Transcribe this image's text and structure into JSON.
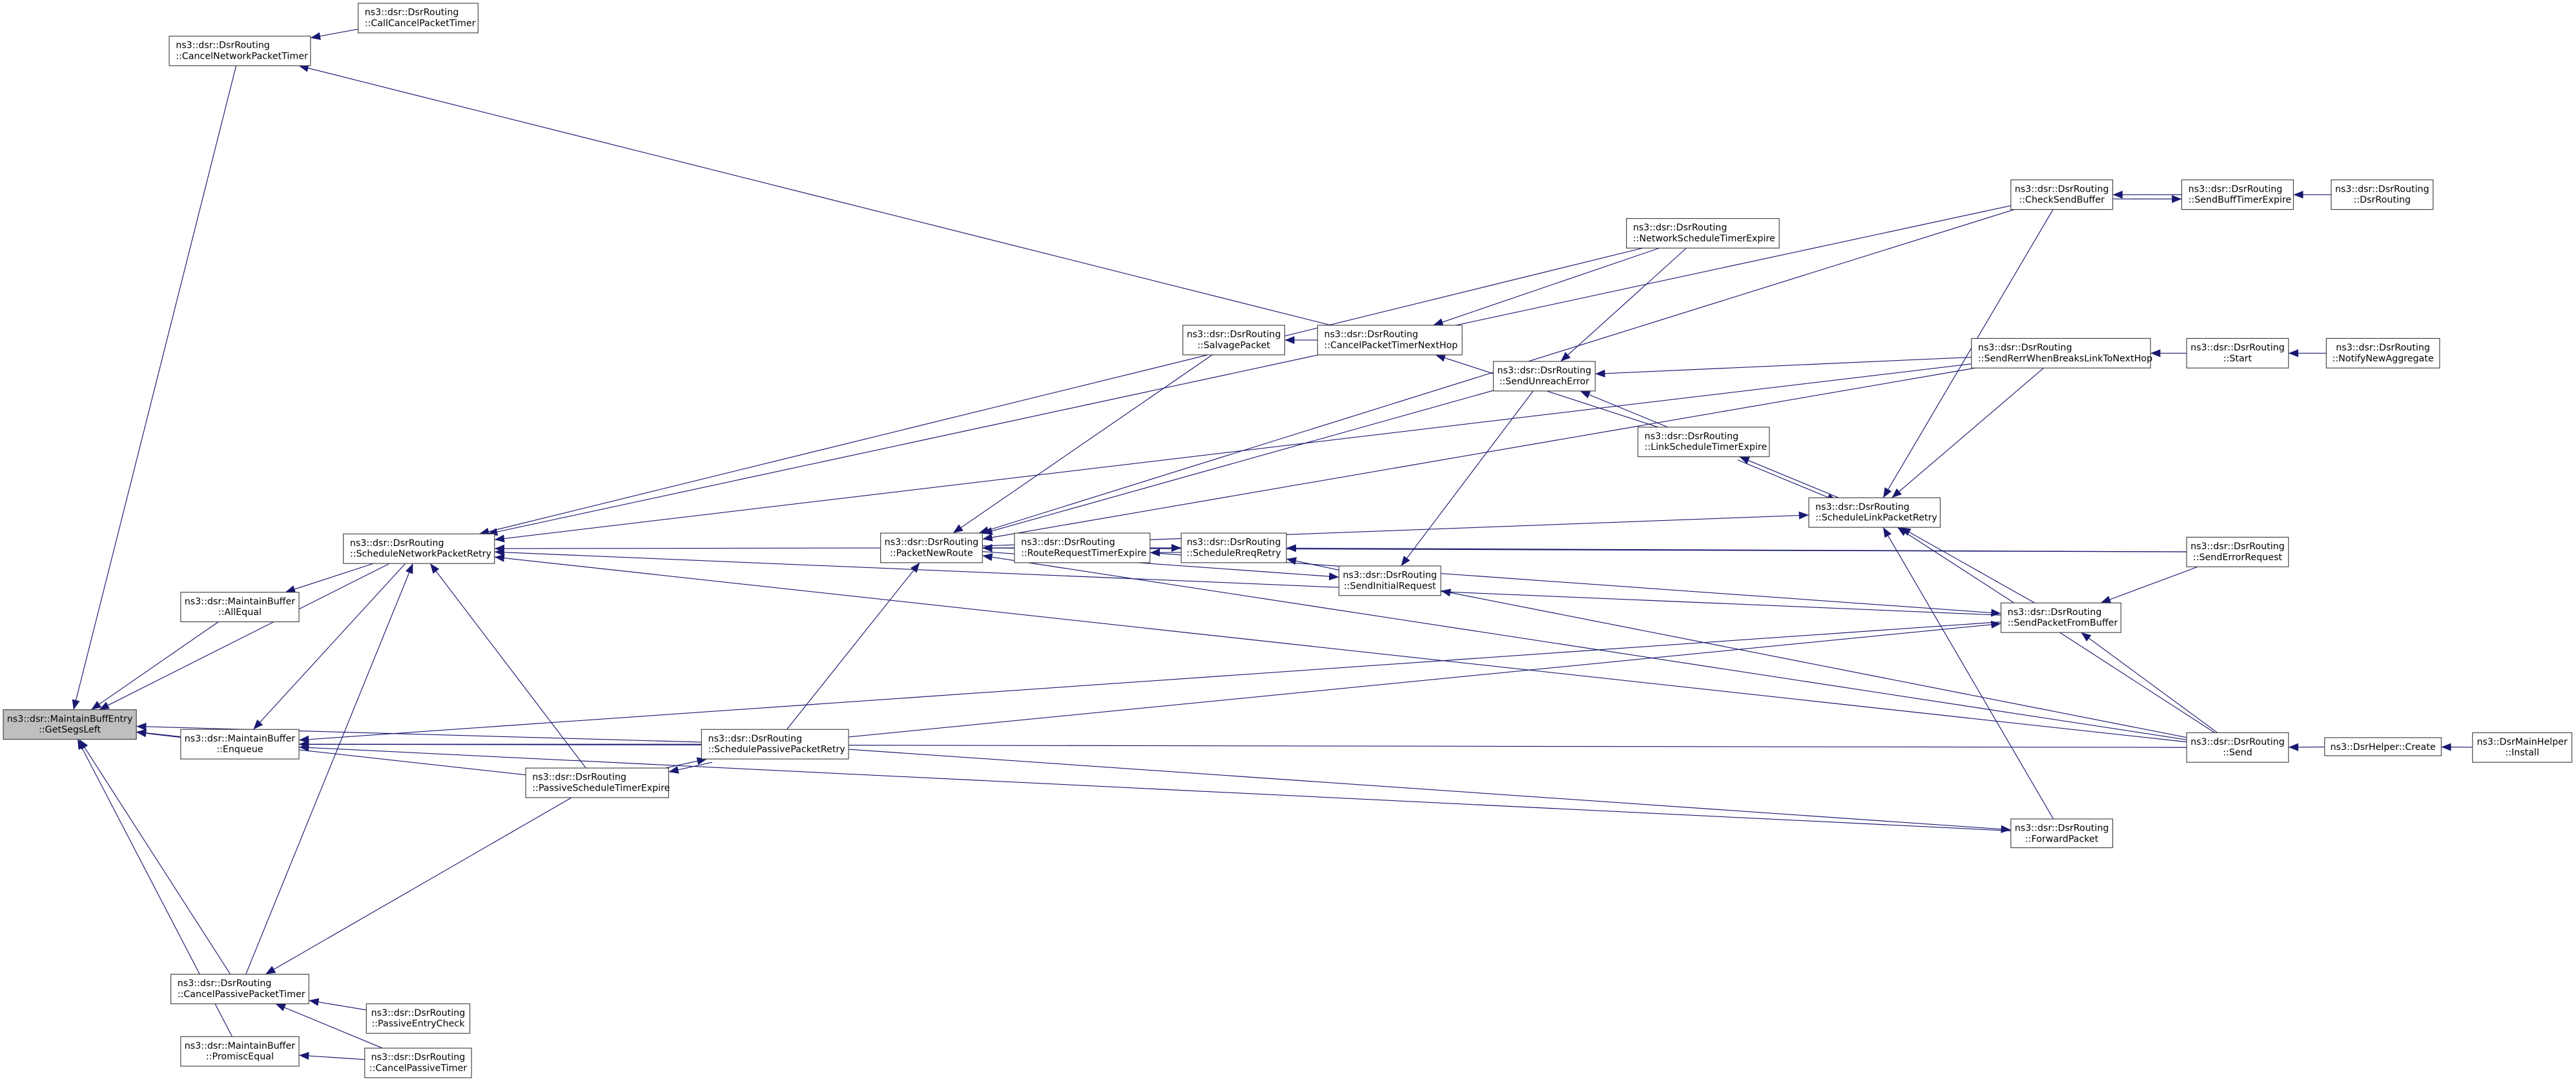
{
  "colors": {
    "edge": "#191970",
    "root_fill": "#bfbfbf",
    "node_fill": "#ffffff",
    "border": "#404040"
  },
  "nodes": [
    {
      "id": "GetSegsLeft",
      "line1": "ns3::dsr::MaintainBuffEntry",
      "line2": "::GetSegsLeft",
      "root": true
    },
    {
      "id": "CancelNetworkPacketTimer",
      "line1": "ns3::dsr::DsrRouting",
      "line2": "::CancelNetworkPacketTimer"
    },
    {
      "id": "CallCancelPacketTimer",
      "line1": "ns3::dsr::DsrRouting",
      "line2": "::CallCancelPacketTimer"
    },
    {
      "id": "ScheduleNetworkPacketRetry",
      "line1": "ns3::dsr::DsrRouting",
      "line2": "::ScheduleNetworkPacketRetry"
    },
    {
      "id": "AllEqual",
      "line1": "ns3::dsr::MaintainBuffer",
      "line2": "::AllEqual"
    },
    {
      "id": "Enqueue",
      "line1": "ns3::dsr::MaintainBuffer",
      "line2": "::Enqueue"
    },
    {
      "id": "PassiveScheduleTimerExpire",
      "line1": "ns3::dsr::DsrRouting",
      "line2": "::PassiveScheduleTimerExpire"
    },
    {
      "id": "CancelPassivePacketTimer",
      "line1": "ns3::dsr::DsrRouting",
      "line2": "::CancelPassivePacketTimer"
    },
    {
      "id": "PassiveEntryCheck",
      "line1": "ns3::dsr::DsrRouting",
      "line2": "::PassiveEntryCheck"
    },
    {
      "id": "PromiscEqual",
      "line1": "ns3::dsr::MaintainBuffer",
      "line2": "::PromiscEqual"
    },
    {
      "id": "CancelPassiveTimer",
      "line1": "ns3::dsr::DsrRouting",
      "line2": "::CancelPassiveTimer"
    },
    {
      "id": "SchedulePassivePacketRetry",
      "line1": "ns3::dsr::DsrRouting",
      "line2": "::SchedulePassivePacketRetry"
    },
    {
      "id": "PacketNewRoute",
      "line1": "ns3::dsr::DsrRouting",
      "line2": "::PacketNewRoute"
    },
    {
      "id": "RouteRequestTimerExpire",
      "line1": "ns3::dsr::DsrRouting",
      "line2": "::RouteRequestTimerExpire"
    },
    {
      "id": "ScheduleRreqRetry",
      "line1": "ns3::dsr::DsrRouting",
      "line2": "::ScheduleRreqRetry"
    },
    {
      "id": "SendInitialRequest",
      "line1": "ns3::dsr::DsrRouting",
      "line2": "::SendInitialRequest"
    },
    {
      "id": "SalvagePacket",
      "line1": "ns3::dsr::DsrRouting",
      "line2": "::SalvagePacket"
    },
    {
      "id": "CancelPacketTimerNextHop",
      "line1": "ns3::dsr::DsrRouting",
      "line2": "::CancelPacketTimerNextHop"
    },
    {
      "id": "SendUnreachError",
      "line1": "ns3::dsr::DsrRouting",
      "line2": "::SendUnreachError"
    },
    {
      "id": "LinkScheduleTimerExpire",
      "line1": "ns3::dsr::DsrRouting",
      "line2": "::LinkScheduleTimerExpire"
    },
    {
      "id": "NetworkScheduleTimerExpire",
      "line1": "ns3::dsr::DsrRouting",
      "line2": "::NetworkScheduleTimerExpire"
    },
    {
      "id": "CheckSendBuffer",
      "line1": "ns3::dsr::DsrRouting",
      "line2": "::CheckSendBuffer"
    },
    {
      "id": "SendBuffTimerExpire",
      "line1": "ns3::dsr::DsrRouting",
      "line2": "::SendBuffTimerExpire"
    },
    {
      "id": "DsrRouting",
      "line1": "ns3::dsr::DsrRouting",
      "line2": "::DsrRouting"
    },
    {
      "id": "SendRerrWhenBreaksLinkToNextHop",
      "line1": "ns3::dsr::DsrRouting",
      "line2": "::SendRerrWhenBreaksLinkToNextHop"
    },
    {
      "id": "Start",
      "line1": "ns3::dsr::DsrRouting",
      "line2": "::Start"
    },
    {
      "id": "NotifyNewAggregate",
      "line1": "ns3::dsr::DsrRouting",
      "line2": "::NotifyNewAggregate"
    },
    {
      "id": "ScheduleLinkPacketRetry",
      "line1": "ns3::dsr::DsrRouting",
      "line2": "::ScheduleLinkPacketRetry"
    },
    {
      "id": "SendErrorRequest",
      "line1": "ns3::dsr::DsrRouting",
      "line2": "::SendErrorRequest"
    },
    {
      "id": "SendPacketFromBuffer",
      "line1": "ns3::dsr::DsrRouting",
      "line2": "::SendPacketFromBuffer"
    },
    {
      "id": "ForwardPacket",
      "line1": "ns3::dsr::DsrRouting",
      "line2": "::ForwardPacket"
    },
    {
      "id": "Send",
      "line1": "ns3::dsr::DsrRouting",
      "line2": "::Send"
    },
    {
      "id": "DsrHelperCreate",
      "line1": "ns3::DsrHelper::Create",
      "line2": ""
    },
    {
      "id": "DsrMainHelperInstall",
      "line1": "ns3::DsrMainHelper",
      "line2": "::Install"
    }
  ],
  "edges": [
    [
      "CancelNetworkPacketTimer",
      "GetSegsLeft"
    ],
    [
      "ScheduleNetworkPacketRetry",
      "GetSegsLeft"
    ],
    [
      "AllEqual",
      "GetSegsLeft"
    ],
    [
      "Enqueue",
      "GetSegsLeft"
    ],
    [
      "SchedulePassivePacketRetry",
      "GetSegsLeft"
    ],
    [
      "PassiveScheduleTimerExpire",
      "GetSegsLeft"
    ],
    [
      "CancelPassivePacketTimer",
      "GetSegsLeft"
    ],
    [
      "PromiscEqual",
      "GetSegsLeft"
    ],
    [
      "CallCancelPacketTimer",
      "CancelNetworkPacketTimer"
    ],
    [
      "CancelPacketTimerNextHop",
      "CancelNetworkPacketTimer"
    ],
    [
      "ScheduleNetworkPacketRetry",
      "AllEqual"
    ],
    [
      "ScheduleNetworkPacketRetry",
      "Enqueue"
    ],
    [
      "SchedulePassivePacketRetry",
      "Enqueue"
    ],
    [
      "SendPacketFromBuffer",
      "Enqueue"
    ],
    [
      "ForwardPacket",
      "Enqueue"
    ],
    [
      "Send",
      "Enqueue"
    ],
    [
      "PacketNewRoute",
      "ScheduleNetworkPacketRetry"
    ],
    [
      "NetworkScheduleTimerExpire",
      "ScheduleNetworkPacketRetry"
    ],
    [
      "CheckSendBuffer",
      "ScheduleNetworkPacketRetry"
    ],
    [
      "SendRerrWhenBreaksLinkToNextHop",
      "ScheduleNetworkPacketRetry"
    ],
    [
      "PassiveScheduleTimerExpire",
      "ScheduleNetworkPacketRetry"
    ],
    [
      "SendPacketFromBuffer",
      "ScheduleNetworkPacketRetry"
    ],
    [
      "Send",
      "ScheduleNetworkPacketRetry"
    ],
    [
      "CancelPassivePacketTimer",
      "ScheduleNetworkPacketRetry"
    ],
    [
      "PassiveScheduleTimerExpire",
      "CancelPassivePacketTimer"
    ],
    [
      "PassiveEntryCheck",
      "CancelPassivePacketTimer"
    ],
    [
      "CancelPassiveTimer",
      "CancelPassivePacketTimer"
    ],
    [
      "CancelPassiveTimer",
      "PromiscEqual"
    ],
    [
      "PassiveScheduleTimerExpire",
      "SchedulePassivePacketRetry"
    ],
    [
      "SchedulePassivePacketRetry",
      "PacketNewRoute"
    ],
    [
      "SchedulePassivePacketRetry",
      "PassiveScheduleTimerExpire"
    ],
    [
      "SalvagePacket",
      "PacketNewRoute"
    ],
    [
      "CheckSendBuffer",
      "PacketNewRoute"
    ],
    [
      "SendRerrWhenBreaksLinkToNextHop",
      "PacketNewRoute"
    ],
    [
      "SendUnreachError",
      "PacketNewRoute"
    ],
    [
      "SendErrorRequest",
      "PacketNewRoute"
    ],
    [
      "RouteRequestTimerExpire",
      "PacketNewRoute"
    ],
    [
      "Send",
      "PacketNewRoute"
    ],
    [
      "PacketNewRoute",
      "SendInitialRequest"
    ],
    [
      "RouteRequestTimerExpire",
      "ScheduleRreqRetry"
    ],
    [
      "ScheduleRreqRetry",
      "RouteRequestTimerExpire"
    ],
    [
      "SendInitialRequest",
      "ScheduleRreqRetry"
    ],
    [
      "SendErrorRequest",
      "ScheduleRreqRetry"
    ],
    [
      "CancelPacketTimerNextHop",
      "SalvagePacket"
    ],
    [
      "NetworkScheduleTimerExpire",
      "CancelPacketTimerNextHop"
    ],
    [
      "LinkScheduleTimerExpire",
      "CancelPacketTimerNextHop"
    ],
    [
      "NetworkScheduleTimerExpire",
      "SendUnreachError"
    ],
    [
      "LinkScheduleTimerExpire",
      "SendUnreachError"
    ],
    [
      "SendRerrWhenBreaksLinkToNextHop",
      "SendUnreachError"
    ],
    [
      "SendUnreachError",
      "SendInitialRequest"
    ],
    [
      "Send",
      "SendInitialRequest"
    ],
    [
      "ScheduleLinkPacketRetry",
      "LinkScheduleTimerExpire"
    ],
    [
      "LinkScheduleTimerExpire",
      "ScheduleLinkPacketRetry"
    ],
    [
      "CheckSendBuffer",
      "ScheduleLinkPacketRetry"
    ],
    [
      "SendRerrWhenBreaksLinkToNextHop",
      "ScheduleLinkPacketRetry"
    ],
    [
      "SendPacketFromBuffer",
      "ScheduleLinkPacketRetry"
    ],
    [
      "ForwardPacket",
      "ScheduleLinkPacketRetry"
    ],
    [
      "Send",
      "ScheduleLinkPacketRetry"
    ],
    [
      "PacketNewRoute",
      "ScheduleLinkPacketRetry"
    ],
    [
      "SendBuffTimerExpire",
      "CheckSendBuffer"
    ],
    [
      "CheckSendBuffer",
      "SendBuffTimerExpire"
    ],
    [
      "DsrRouting",
      "SendBuffTimerExpire"
    ],
    [
      "Start",
      "SendRerrWhenBreaksLinkToNextHop"
    ],
    [
      "NotifyNewAggregate",
      "Start"
    ],
    [
      "SendErrorRequest",
      "SendPacketFromBuffer"
    ],
    [
      "Send",
      "SendPacketFromBuffer"
    ],
    [
      "RouteRequestTimerExpire",
      "SendPacketFromBuffer"
    ],
    [
      "SchedulePassivePacketRetry",
      "SendPacketFromBuffer"
    ],
    [
      "SchedulePassivePacketRetry",
      "ForwardPacket"
    ],
    [
      "DsrHelperCreate",
      "Send"
    ],
    [
      "DsrMainHelperInstall",
      "DsrHelperCreate"
    ]
  ]
}
